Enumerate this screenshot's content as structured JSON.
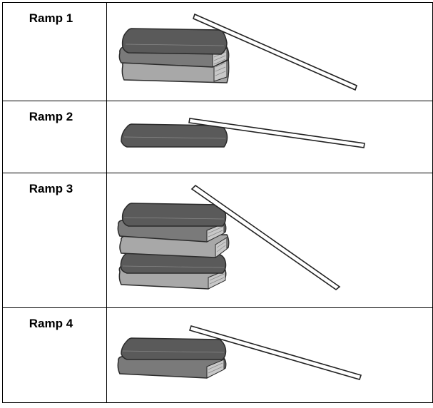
{
  "table": {
    "rows": [
      {
        "label": "Ramp 1",
        "books": 3
      },
      {
        "label": "Ramp 2",
        "books": 1
      },
      {
        "label": "Ramp 3",
        "books": 5
      },
      {
        "label": "Ramp 4",
        "books": 2
      }
    ]
  },
  "colors": {
    "book_dark": "#5a5a5a",
    "book_mid": "#7a7a7a",
    "book_light": "#a8a8a8",
    "border": "#000000",
    "ramp_board": "#ffffff"
  }
}
